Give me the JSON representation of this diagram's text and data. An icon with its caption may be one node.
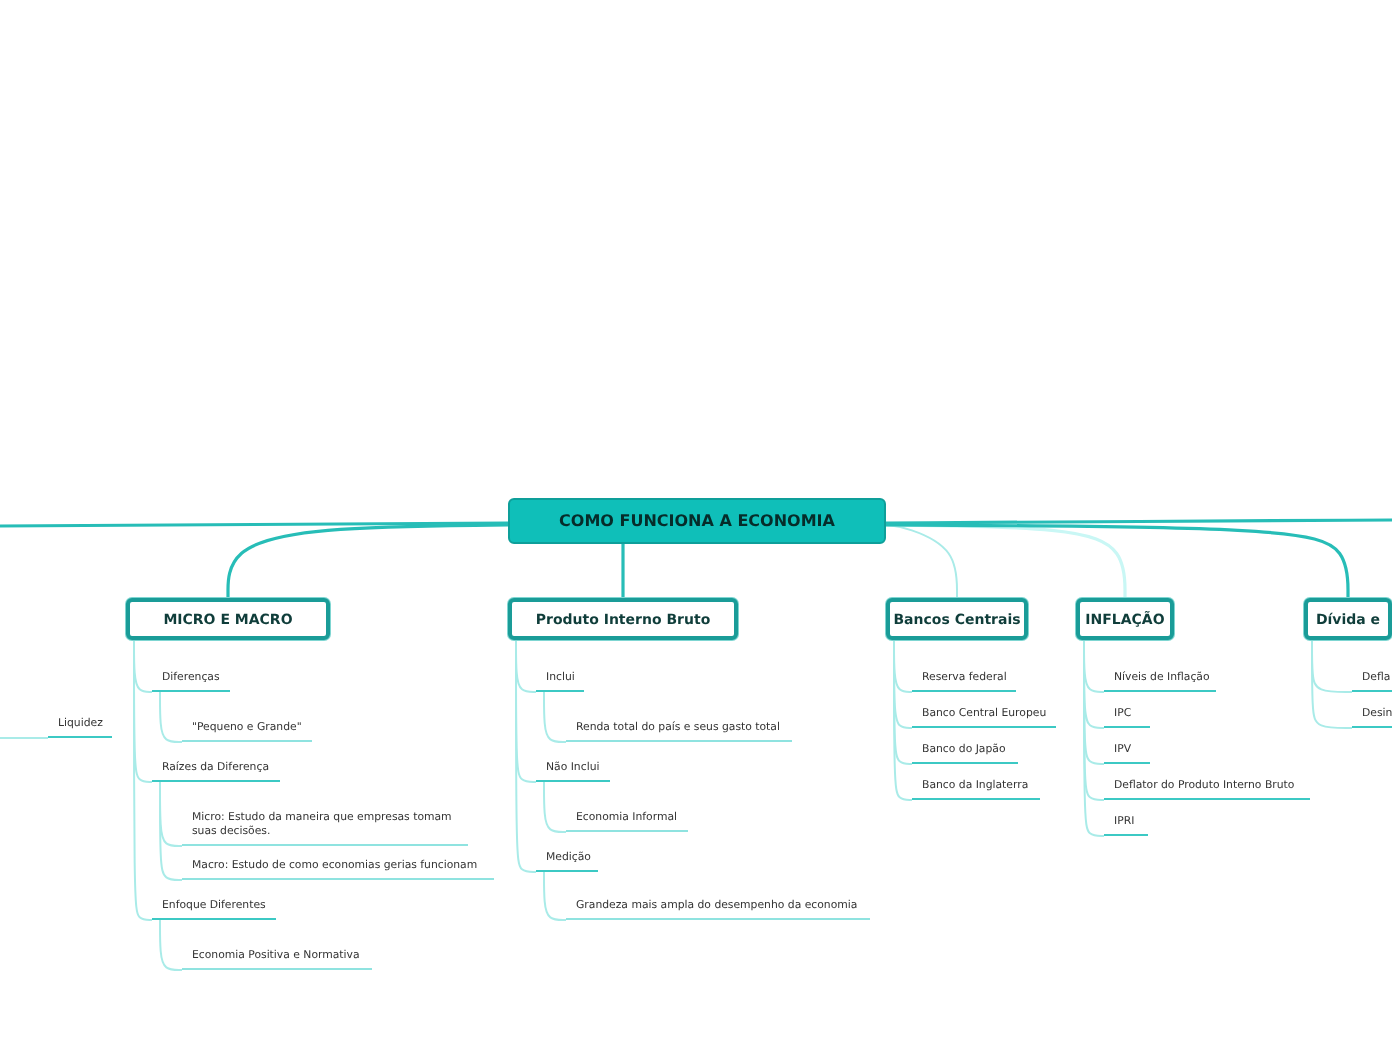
{
  "diagram": {
    "nodes": [
      {
        "text": [
          "COMO FUNCIONA A ECONOMIA"
        ]
      },
      {
        "text": [
          "MICRO E MACRO"
        ]
      },
      {
        "text": [
          "Diferenças"
        ]
      },
      {
        "text": [
          "\"Pequeno e Grande\""
        ]
      },
      {
        "text": [
          "Raízes da Diferença"
        ]
      },
      {
        "text": [
          "Micro: Estudo da maneira que empresas tomam suas decisões."
        ]
      },
      {
        "text": [
          "Macro: Estudo de como economias gerias funcionam"
        ]
      },
      {
        "text": [
          "Enfoque Diferentes"
        ]
      },
      {
        "text": [
          "Economia Positiva e Normativa"
        ]
      },
      {
        "text": [
          "Produto Interno Bruto"
        ]
      },
      {
        "text": [
          "Inclui"
        ]
      },
      {
        "text": [
          "Renda total do país e seus gasto total"
        ]
      },
      {
        "text": [
          "Não Inclui"
        ]
      },
      {
        "text": [
          "Economia Informal"
        ]
      },
      {
        "text": [
          "Medição"
        ]
      },
      {
        "text": [
          "Grandeza mais ampla do desempenho da economia"
        ]
      },
      {
        "text": [
          "Bancos Centrais"
        ]
      },
      {
        "text": [
          "Reserva federal"
        ]
      },
      {
        "text": [
          "Banco Central Europeu"
        ]
      },
      {
        "text": [
          "Banco do Japão"
        ]
      },
      {
        "text": [
          "Banco da Inglaterra"
        ]
      },
      {
        "text": [
          "INFLAÇÃO"
        ]
      },
      {
        "text": [
          "Níveis de Inflação"
        ]
      },
      {
        "text": [
          "IPC"
        ]
      },
      {
        "text": [
          "IPV"
        ]
      },
      {
        "text": [
          "Deflator do Produto Interno Bruto"
        ]
      },
      {
        "text": [
          "IPRI"
        ]
      },
      {
        "text": [
          "Dívida e"
        ]
      },
      {
        "text": [
          "Defla"
        ]
      },
      {
        "text": [
          "Desin"
        ]
      },
      {
        "text": [
          "Liquidez"
        ]
      }
    ],
    "edges": [
      {
        "from": 0,
        "to": 1,
        "arrow": "none",
        "color": "#27bdb7"
      },
      {
        "from": 0,
        "to": 9,
        "arrow": "none",
        "color": "#27bdb7"
      },
      {
        "from": 0,
        "to": 16,
        "arrow": "none"
      },
      {
        "from": 0,
        "to": 21,
        "arrow": "none",
        "color": "#c9f7f5"
      },
      {
        "from": 0,
        "to": 27,
        "arrow": "none",
        "color": "#27bdb7"
      },
      {
        "from": 0,
        "to": null,
        "arrow": "none",
        "color": "#27bdb7"
      },
      {
        "from": 0,
        "to": null,
        "arrow": "none",
        "color": "#27bdb7"
      },
      {
        "from": null,
        "to": 30,
        "arrow": "none"
      },
      {
        "from": 1,
        "to": 2,
        "arrow": "none"
      },
      {
        "from": 2,
        "to": 3,
        "arrow": "none"
      },
      {
        "from": 1,
        "to": 4,
        "arrow": "none"
      },
      {
        "from": 4,
        "to": 5,
        "arrow": "none"
      },
      {
        "from": 4,
        "to": 6,
        "arrow": "none"
      },
      {
        "from": 1,
        "to": 7,
        "arrow": "none"
      },
      {
        "from": 7,
        "to": 8,
        "arrow": "none"
      },
      {
        "from": 9,
        "to": 10,
        "arrow": "none"
      },
      {
        "from": 10,
        "to": 11,
        "arrow": "none"
      },
      {
        "from": 9,
        "to": 12,
        "arrow": "none"
      },
      {
        "from": 12,
        "to": 13,
        "arrow": "none"
      },
      {
        "from": 9,
        "to": 14,
        "arrow": "none"
      },
      {
        "from": 14,
        "to": 15,
        "arrow": "none"
      },
      {
        "from": 16,
        "to": 17,
        "arrow": "none"
      },
      {
        "from": 16,
        "to": 18,
        "arrow": "none"
      },
      {
        "from": 16,
        "to": 19,
        "arrow": "none"
      },
      {
        "from": 16,
        "to": 20,
        "arrow": "none"
      },
      {
        "from": 21,
        "to": 22,
        "arrow": "none"
      },
      {
        "from": 21,
        "to": 23,
        "arrow": "none"
      },
      {
        "from": 21,
        "to": 24,
        "arrow": "none"
      },
      {
        "from": 21,
        "to": 25,
        "arrow": "none"
      },
      {
        "from": 21,
        "to": 26,
        "arrow": "none"
      },
      {
        "from": 27,
        "to": 28,
        "arrow": "none"
      },
      {
        "from": 27,
        "to": 29,
        "arrow": "none"
      }
    ]
  }
}
